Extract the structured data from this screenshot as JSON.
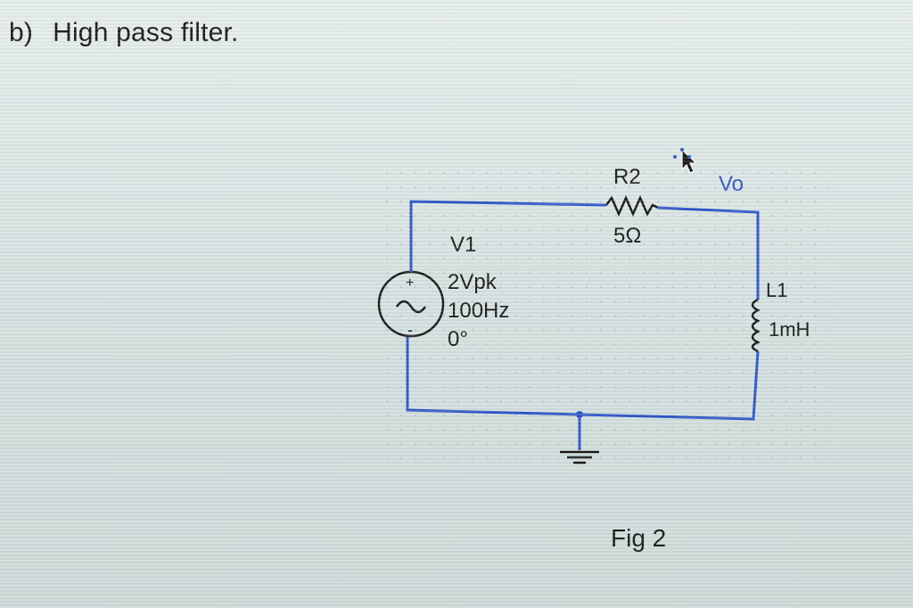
{
  "heading": {
    "part": "b)",
    "title": "High pass filter."
  },
  "components": {
    "source": {
      "name": "V1",
      "amplitude": "2Vpk",
      "frequency": "100Hz",
      "phase": "0°",
      "plus": "+",
      "minus": "-"
    },
    "resistor": {
      "name": "R2",
      "value": "5Ω"
    },
    "inductor": {
      "name": "L1",
      "value": "1mH"
    },
    "output": {
      "label": "Vo"
    }
  },
  "caption": "Fig 2",
  "colors": {
    "wire": "#2f57c9",
    "label": "#1a1a1a",
    "probe": "#2f57c9"
  }
}
